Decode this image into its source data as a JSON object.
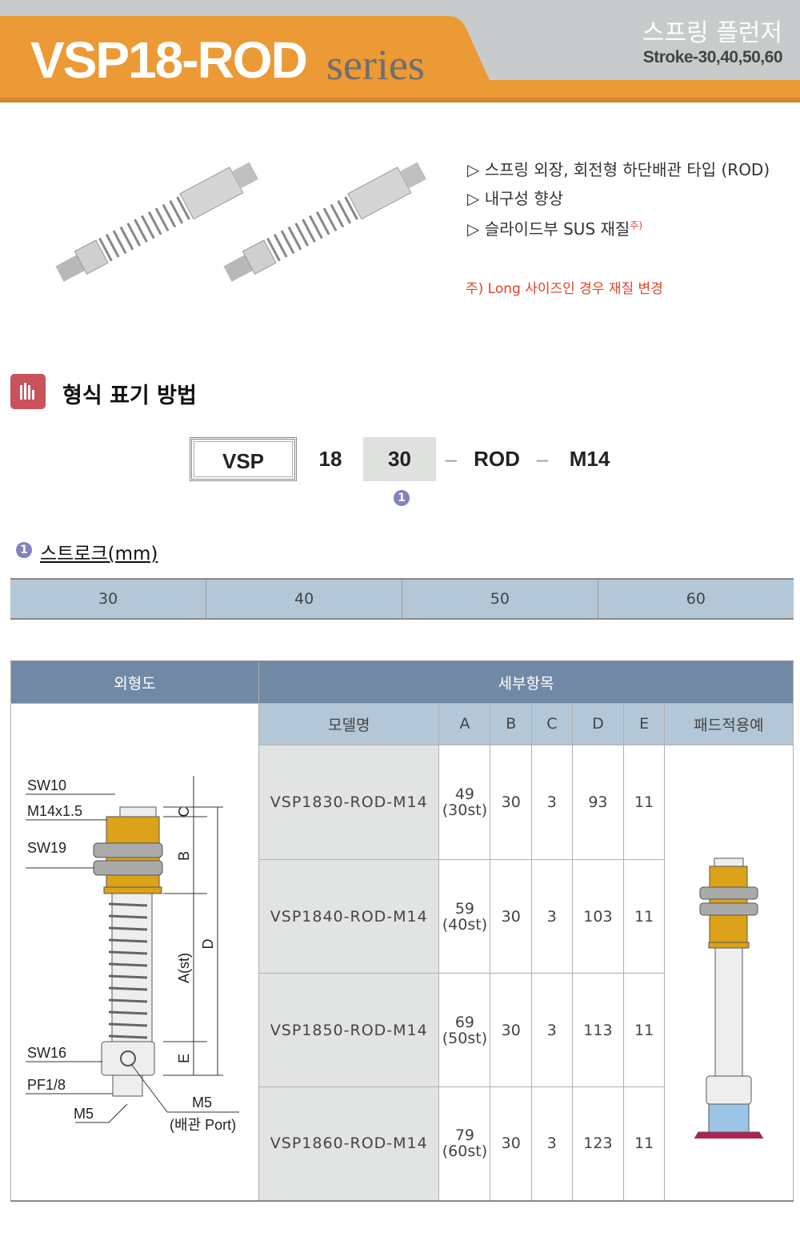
{
  "header": {
    "title": "VSP18-ROD",
    "series": "series",
    "subtitle": "스프링 플런저",
    "stroke": "Stroke-30,40,50,60"
  },
  "features": [
    {
      "bullet": "▷",
      "text": "스프링 외장, 회전형 하단배관 타입 (ROD)"
    },
    {
      "bullet": "▷",
      "text": "내구성 향상"
    },
    {
      "bullet": "▷",
      "text": "슬라이드부 SUS 재질",
      "sup": "주)"
    }
  ],
  "note": "주) Long 사이즈인 경우 재질 변경",
  "section": {
    "title": "형식 표기 방법"
  },
  "code": {
    "parts": [
      "VSP",
      "18",
      "30",
      "ROD",
      "M14"
    ],
    "sep": "–",
    "marker": "1"
  },
  "stroke_section": {
    "marker": "1",
    "label": "스트로크(mm)",
    "options": [
      "30",
      "40",
      "50",
      "60"
    ]
  },
  "spec": {
    "header_left": "외형도",
    "header_right": "세부항목",
    "columns": [
      "모델명",
      "A",
      "B",
      "C",
      "D",
      "E",
      "패드적용예"
    ],
    "rows": [
      {
        "model": "VSP1830-ROD-M14",
        "a": "49",
        "a_st": "(30st)",
        "b": "30",
        "c": "3",
        "d": "93",
        "e": "11"
      },
      {
        "model": "VSP1840-ROD-M14",
        "a": "59",
        "a_st": "(40st)",
        "b": "30",
        "c": "3",
        "d": "103",
        "e": "11"
      },
      {
        "model": "VSP1850-ROD-M14",
        "a": "69",
        "a_st": "(50st)",
        "b": "30",
        "c": "3",
        "d": "113",
        "e": "11"
      },
      {
        "model": "VSP1860-ROD-M14",
        "a": "79",
        "a_st": "(60st)",
        "b": "30",
        "c": "3",
        "d": "123",
        "e": "11"
      }
    ]
  },
  "drawing": {
    "labels": [
      "SW10",
      "M14x1.5",
      "SW19",
      "SW16",
      "PF1/8",
      "M5",
      "M5",
      "(배관 Port)"
    ],
    "dims": [
      "C",
      "B",
      "D",
      "A(st)",
      "E"
    ]
  },
  "colors": {
    "accent": "#ec9a36",
    "header": "#7189a5",
    "subheader": "#b3c7d6",
    "note": "#e0412c"
  }
}
